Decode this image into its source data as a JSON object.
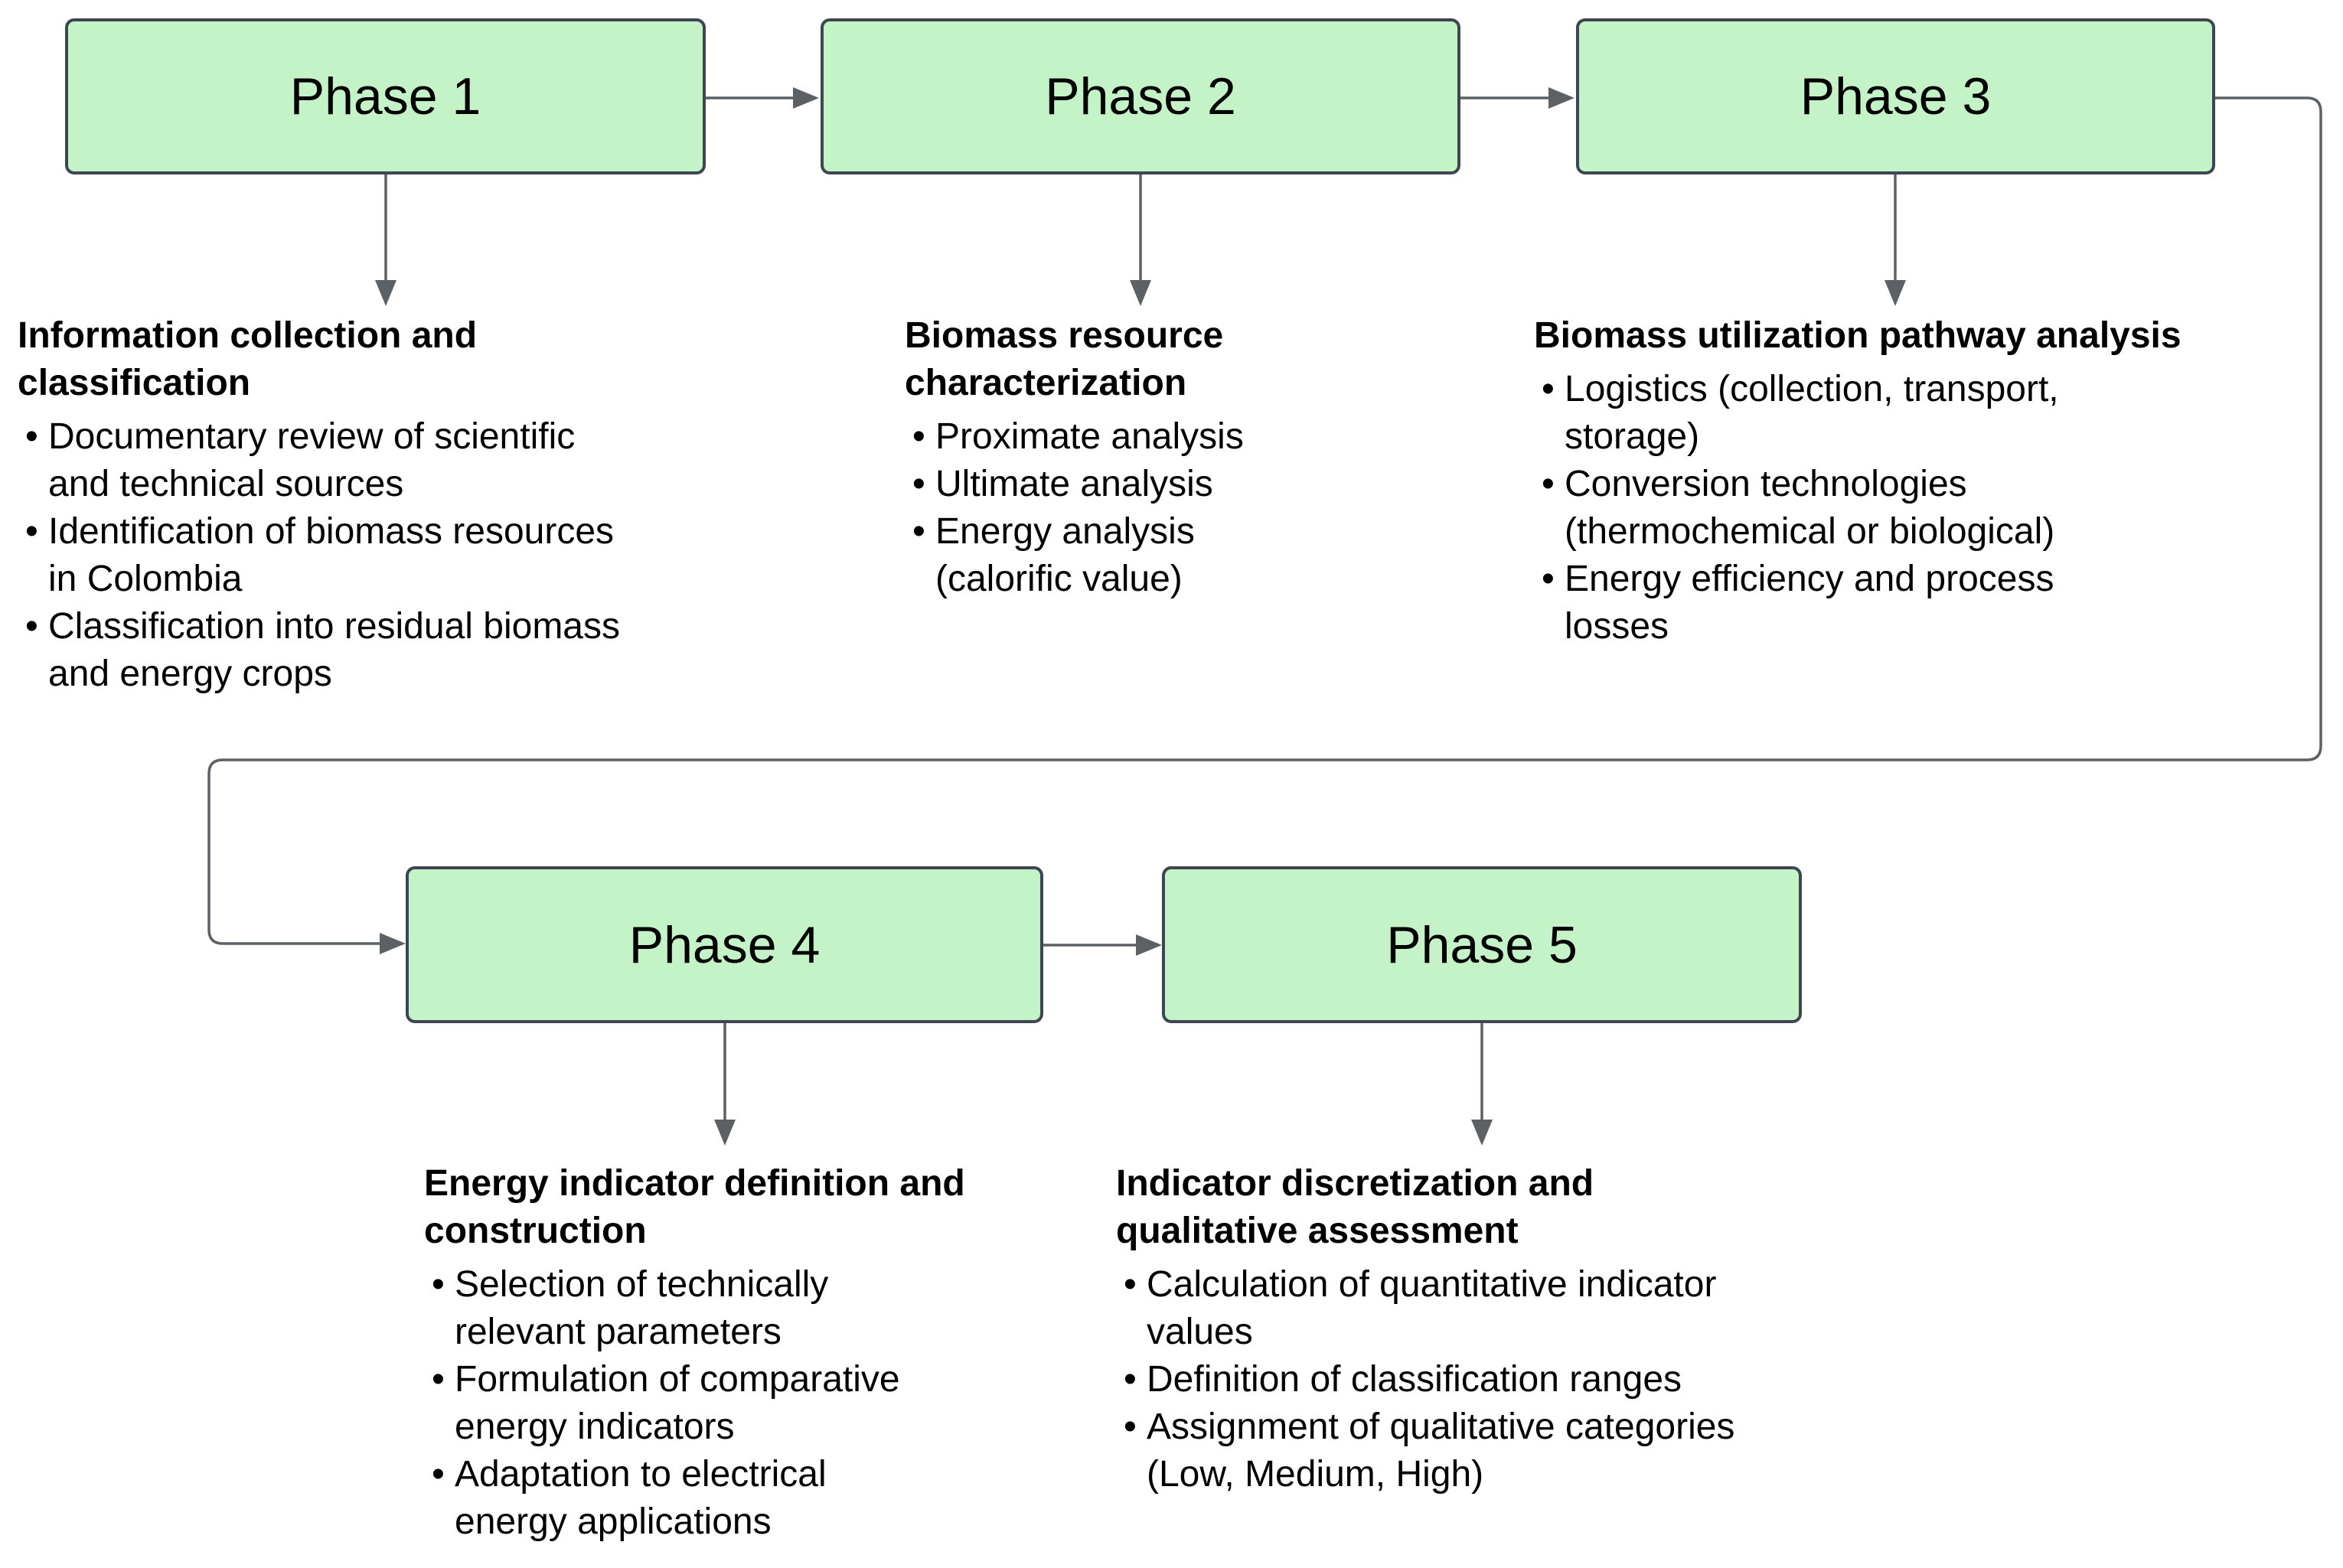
{
  "diagram": {
    "colors": {
      "box_fill": "#c5f3c8",
      "box_border": "#3e4653",
      "connector": "#5c6166",
      "text": "#000000",
      "background": "#ffffff"
    },
    "phases": [
      {
        "label": "Phase 1",
        "details": {
          "title": "Information collection and\nclassification",
          "bullets": [
            "Documentary review of scientific\nand technical sources",
            "Identification of biomass resources\nin Colombia",
            "Classification into residual biomass\nand energy crops"
          ]
        }
      },
      {
        "label": "Phase 2",
        "details": {
          "title": "Biomass resource\ncharacterization",
          "bullets": [
            "Proximate analysis",
            "Ultimate analysis",
            "Energy analysis\n(calorific value)"
          ]
        }
      },
      {
        "label": "Phase 3",
        "details": {
          "title": "Biomass utilization pathway analysis",
          "bullets": [
            "Logistics (collection, transport,\nstorage)",
            "Conversion technologies\n(thermochemical or biological)",
            "Energy efficiency and process\nlosses"
          ]
        }
      },
      {
        "label": "Phase 4",
        "details": {
          "title": "Energy indicator definition and\nconstruction",
          "bullets": [
            "Selection of technically\nrelevant parameters",
            "Formulation of comparative\nenergy indicators",
            "Adaptation to electrical\nenergy applications"
          ]
        }
      },
      {
        "label": "Phase 5",
        "details": {
          "title": "Indicator discretization and\nqualitative assessment",
          "bullets": [
            "Calculation of quantitative indicator\nvalues",
            "Definition of classification ranges",
            "Assignment of qualitative categories\n(Low, Medium, High)"
          ]
        }
      }
    ]
  }
}
